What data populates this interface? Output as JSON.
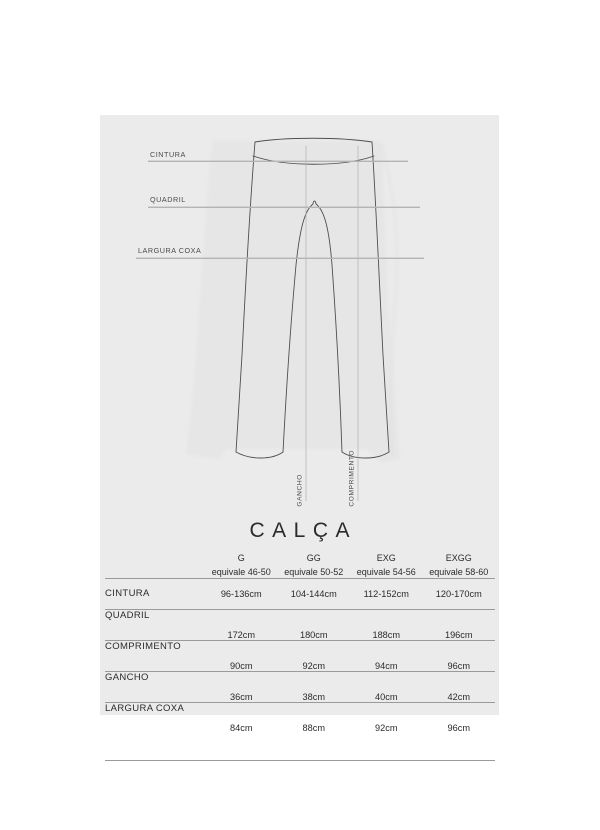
{
  "title": "CALÇA",
  "diagram": {
    "callouts": [
      {
        "id": "cintura",
        "label": "CINTURA"
      },
      {
        "id": "quadril",
        "label": "QUADRIL"
      },
      {
        "id": "largura-coxa",
        "label": "LARGURA COXA"
      }
    ],
    "vertical_callouts": [
      {
        "id": "gancho",
        "label": "GANCHO"
      },
      {
        "id": "comprimento",
        "label": "COMPRIMENTO"
      }
    ]
  },
  "table": {
    "measure_header": "",
    "sizes": [
      {
        "name": "G",
        "equivalence": "equivale 46-50"
      },
      {
        "name": "GG",
        "equivalence": "equivale 50-52"
      },
      {
        "name": "EXG",
        "equivalence": "equivale 54-56"
      },
      {
        "name": "EXGG",
        "equivalence": "equivale 58-60"
      }
    ],
    "rows": [
      {
        "measure": "CINTURA",
        "values": [
          "96-136cm",
          "104-144cm",
          "112-152cm",
          "120-170cm"
        ]
      },
      {
        "measure": "QUADRIL",
        "values": [
          "172cm",
          "180cm",
          "188cm",
          "196cm"
        ]
      },
      {
        "measure": "COMPRIMENTO",
        "values": [
          "90cm",
          "92cm",
          "94cm",
          "96cm"
        ]
      },
      {
        "measure": "GANCHO",
        "values": [
          "36cm",
          "38cm",
          "40cm",
          "42cm"
        ]
      },
      {
        "measure": "LARGURA COXA",
        "values": [
          "84cm",
          "88cm",
          "92cm",
          "96cm"
        ]
      }
    ]
  },
  "colors": {
    "page_background": "#ffffff",
    "panel_background": "#ebebeb",
    "text": "#2b2b2b",
    "rule": "#9a9a9a",
    "leader_line": "#b4b4b4",
    "garment_outline": "#4f4f4f"
  }
}
